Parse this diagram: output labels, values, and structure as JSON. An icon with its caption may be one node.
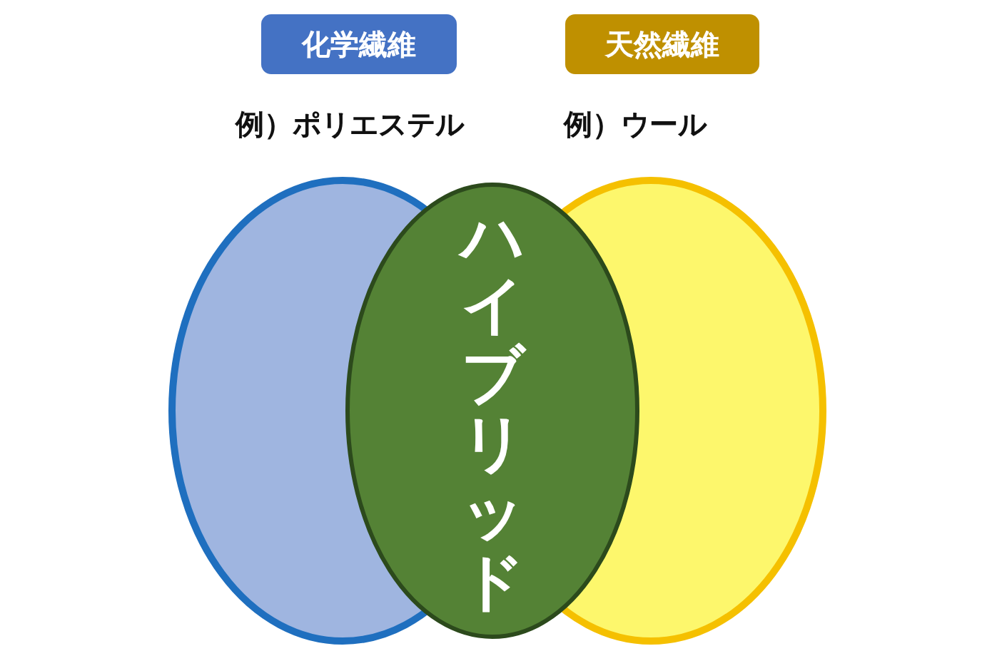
{
  "diagram": {
    "nodes": [
      {
        "text": [
          "化学繊維"
        ],
        "beside": [
          "例）ポリエステル"
        ]
      },
      {
        "text": [
          "天然繊維"
        ],
        "beside": [
          "例）ウール"
        ]
      },
      {
        "text": [],
        "shape": "circle"
      },
      {
        "text": [],
        "shape": "circle"
      },
      {
        "text": [
          "ハイブリッド"
        ]
      }
    ]
  }
}
